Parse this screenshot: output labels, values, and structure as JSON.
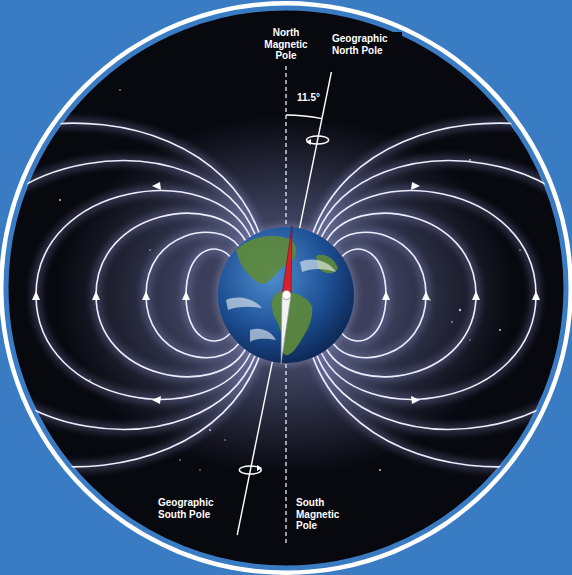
{
  "diagram": {
    "labels": [
      "North Magnetic Pole",
      "Geographic North Pole",
      "11.5°",
      "Geographic South Pole",
      "South Magnetic Pole"
    ]
  }
}
